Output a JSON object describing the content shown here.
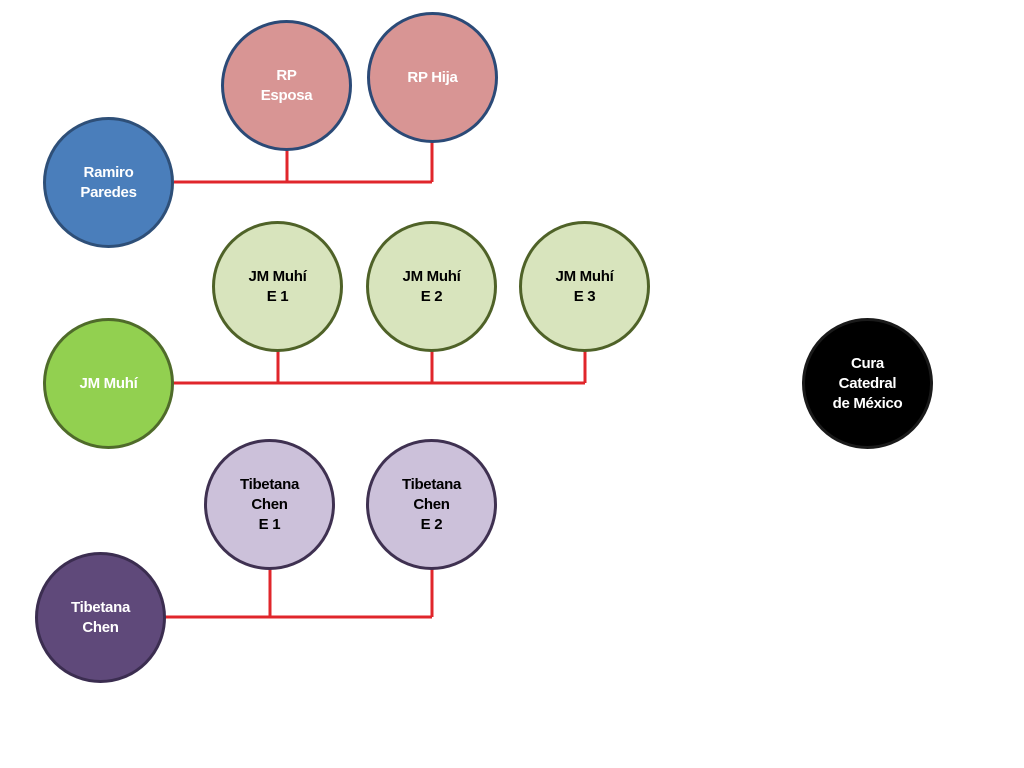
{
  "colors": {
    "connector": "#e0262b",
    "ramiro_fill": "#4a7ebb",
    "ramiro_border": "#2e4f78",
    "rp_fill": "#d89594",
    "rp_border": "#2b4a77",
    "jm_fill": "#92d050",
    "jm_border": "#4f6b2a",
    "jm_e_fill": "#d8e4bd",
    "jm_e_border": "#4f6228",
    "tib_fill": "#5f497a",
    "tib_border": "#3b2d50",
    "tib_e_fill": "#ccc1da",
    "tib_e_border": "#3f3151",
    "cura_fill": "#000000",
    "cura_border": "#1a1a1a"
  },
  "nodes": {
    "ramiro": "Ramiro\nParedes",
    "rp_esposa": "RP\nEsposa",
    "rp_hija": "RP Hija",
    "jm": "JM Muhí",
    "jm_e1": "JM Muhí\nE 1",
    "jm_e2": "JM Muhí\nE 2",
    "jm_e3": "JM Muhí\nE 3",
    "tibetana": "Tibetana\nChen",
    "tib_e1": "Tibetana\nChen\nE 1",
    "tib_e2": "Tibetana\nChen\nE 2",
    "cura": "Cura\nCatedral\nde México"
  }
}
